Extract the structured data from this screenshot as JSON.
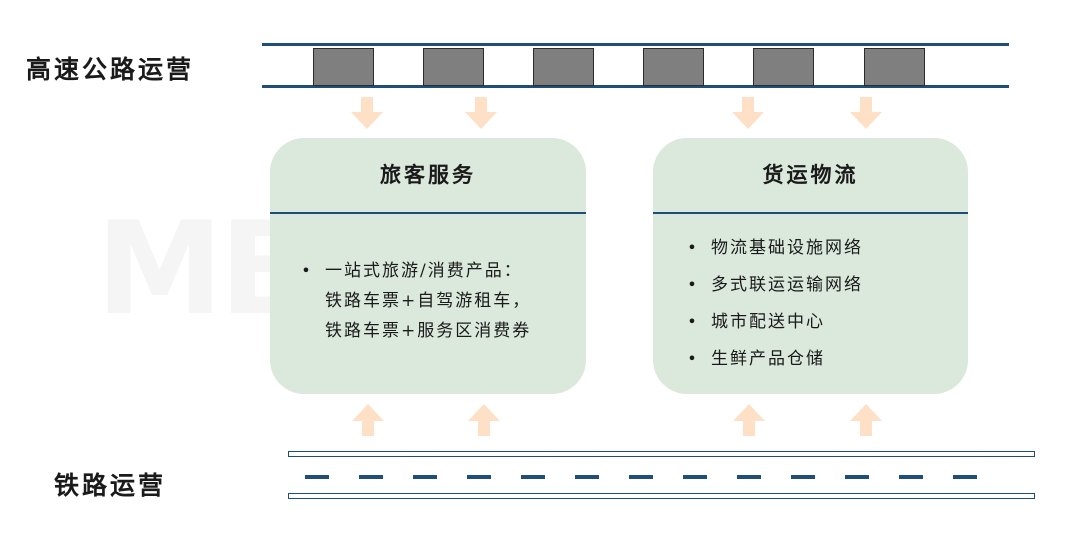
{
  "labels": {
    "highway": "高速公路运营",
    "railway": "铁路运营"
  },
  "boxes": {
    "passenger": {
      "title": "旅客服务",
      "items": [
        "一站式旅游/消费产品：铁路车票+自驾游租车，铁路车票+服务区消费券"
      ]
    },
    "freight": {
      "title": "货运物流",
      "items": [
        "物流基础设施网络",
        "多式联运运输网络",
        "城市配送中心",
        "生鲜产品仓储"
      ]
    }
  },
  "bullet_symbol": "•",
  "colors": {
    "box_fill": "#dbe8dc",
    "line": "#1f4e79",
    "arrow": "#fde0c6",
    "block": "#7f7f7f"
  }
}
